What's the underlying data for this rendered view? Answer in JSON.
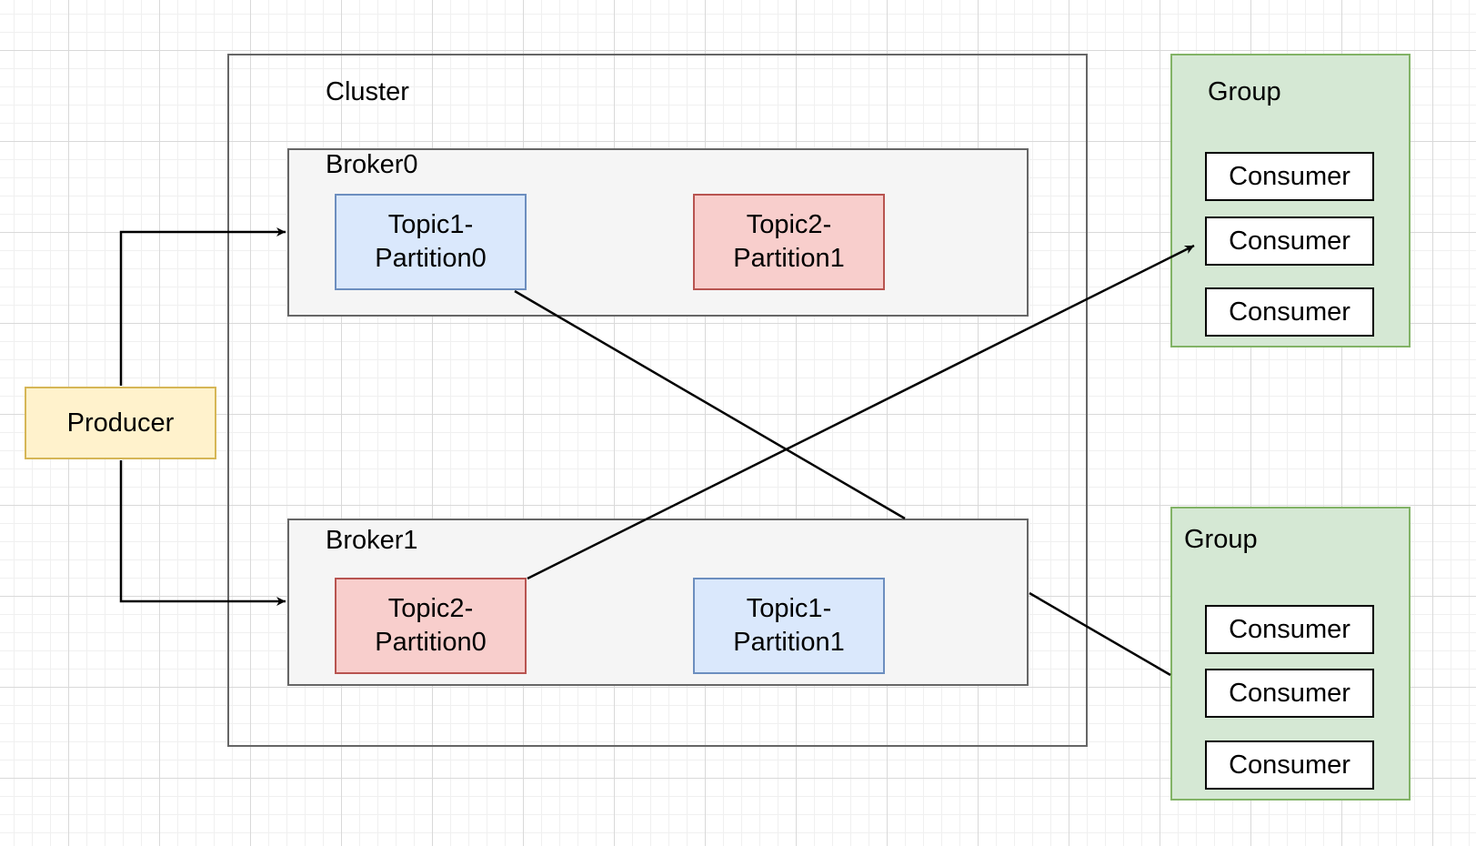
{
  "cluster": {
    "label": "Cluster"
  },
  "broker0": {
    "label": "Broker0",
    "partitions": [
      "Topic1-\nPartition0",
      "Topic2-\nPartition1"
    ]
  },
  "broker1": {
    "label": "Broker1",
    "partitions": [
      "Topic2-\nPartition0",
      "Topic1-\nPartition1"
    ]
  },
  "producer": {
    "label": "Producer"
  },
  "group1": {
    "label": "Group",
    "consumers": [
      "Consumer",
      "Consumer",
      "Consumer"
    ]
  },
  "group2": {
    "label": "Group",
    "consumers": [
      "Consumer",
      "Consumer",
      "Consumer"
    ]
  },
  "colors": {
    "partition_blue_fill": "#dae8fc",
    "partition_blue_stroke": "#6c8ebf",
    "partition_red_fill": "#f8cecc",
    "partition_red_stroke": "#b85450",
    "producer_fill": "#fff2cc",
    "producer_stroke": "#d6b656",
    "group_fill": "#d5e8d4",
    "group_stroke": "#82b366",
    "broker_fill": "#f5f5f5"
  }
}
